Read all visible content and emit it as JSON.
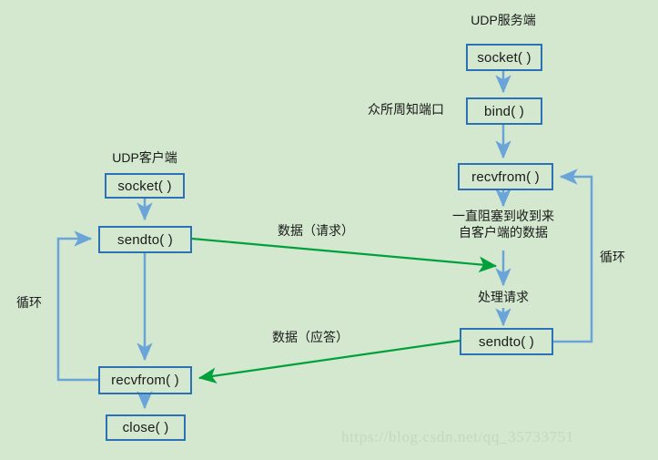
{
  "diagram": {
    "title_client": "UDP客户端",
    "title_server": "UDP服务端",
    "background_color": "#d3e8ce",
    "box_border_color": "#2a72b5",
    "flow_arrow_color": "#6aa4d8",
    "data_arrow_color": "#00a03c"
  },
  "server": {
    "socket": "socket( )",
    "bind": "bind( )",
    "recvfrom": "recvfrom( )",
    "sendto": "sendto( )",
    "well_known_port": "众所周知端口",
    "block_note_line1": "一直阻塞到收到来",
    "block_note_line2": "自客户端的数据",
    "process_request": "处理请求",
    "loop": "循环"
  },
  "client": {
    "socket": "socket( )",
    "sendto": "sendto( )",
    "recvfrom": "recvfrom( )",
    "close": "close( )",
    "loop": "循环"
  },
  "data_flows": {
    "request": "数据（请求）",
    "response": "数据（应答）"
  },
  "watermark": "https://blog.csdn.net/qq_35733751"
}
